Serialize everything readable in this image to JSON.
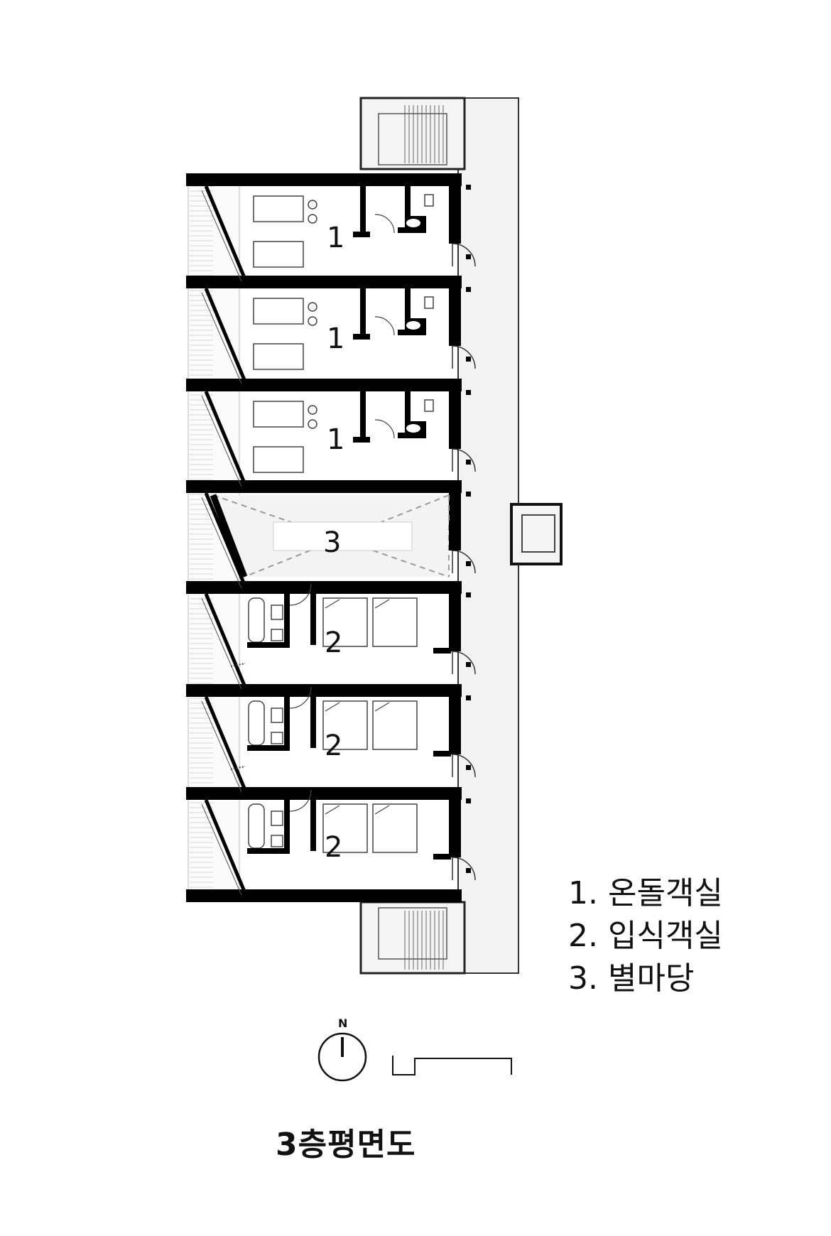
{
  "title": "3층평면도",
  "legend": [
    {
      "num": "1.",
      "label": "온돌객실"
    },
    {
      "num": "2.",
      "label": "입식객실"
    },
    {
      "num": "3.",
      "label": "별마당"
    }
  ],
  "rooms": [
    {
      "label": "1",
      "type": "ondol"
    },
    {
      "label": "1",
      "type": "ondol"
    },
    {
      "label": "1",
      "type": "ondol"
    },
    {
      "label": "3",
      "type": "courtyard"
    },
    {
      "label": "2",
      "type": "standard"
    },
    {
      "label": "2",
      "type": "standard"
    },
    {
      "label": "2",
      "type": "standard"
    }
  ],
  "north_label": "N",
  "colors": {
    "wall": "#000000",
    "corridor": "#f2f2f2",
    "line": "#555555"
  }
}
